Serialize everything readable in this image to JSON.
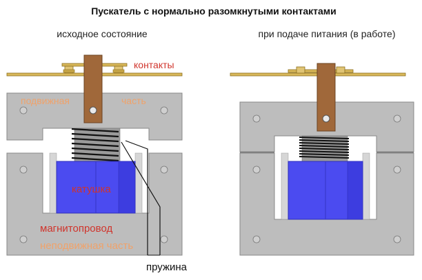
{
  "title": "Пускатель с нормально разомкнутыми контактами",
  "left_caption": "исходное состояние",
  "right_caption": "при подаче питания (в работе)",
  "labels": {
    "contacts": "контакты",
    "moving_part_1": "подвижная",
    "moving_part_2": "часть",
    "coil": "катушка",
    "magnetic_core": "магнитопровод",
    "fixed_part": "неподвижная часть",
    "spring": "пружина"
  },
  "colors": {
    "label_orange": "#f0a26a",
    "label_red": "#d0342c",
    "coil_blue": "#4b4bf0",
    "core_gray": "#bdbdbd",
    "contact_gold": "#d8b85a",
    "stem_brown": "#a0683a"
  }
}
